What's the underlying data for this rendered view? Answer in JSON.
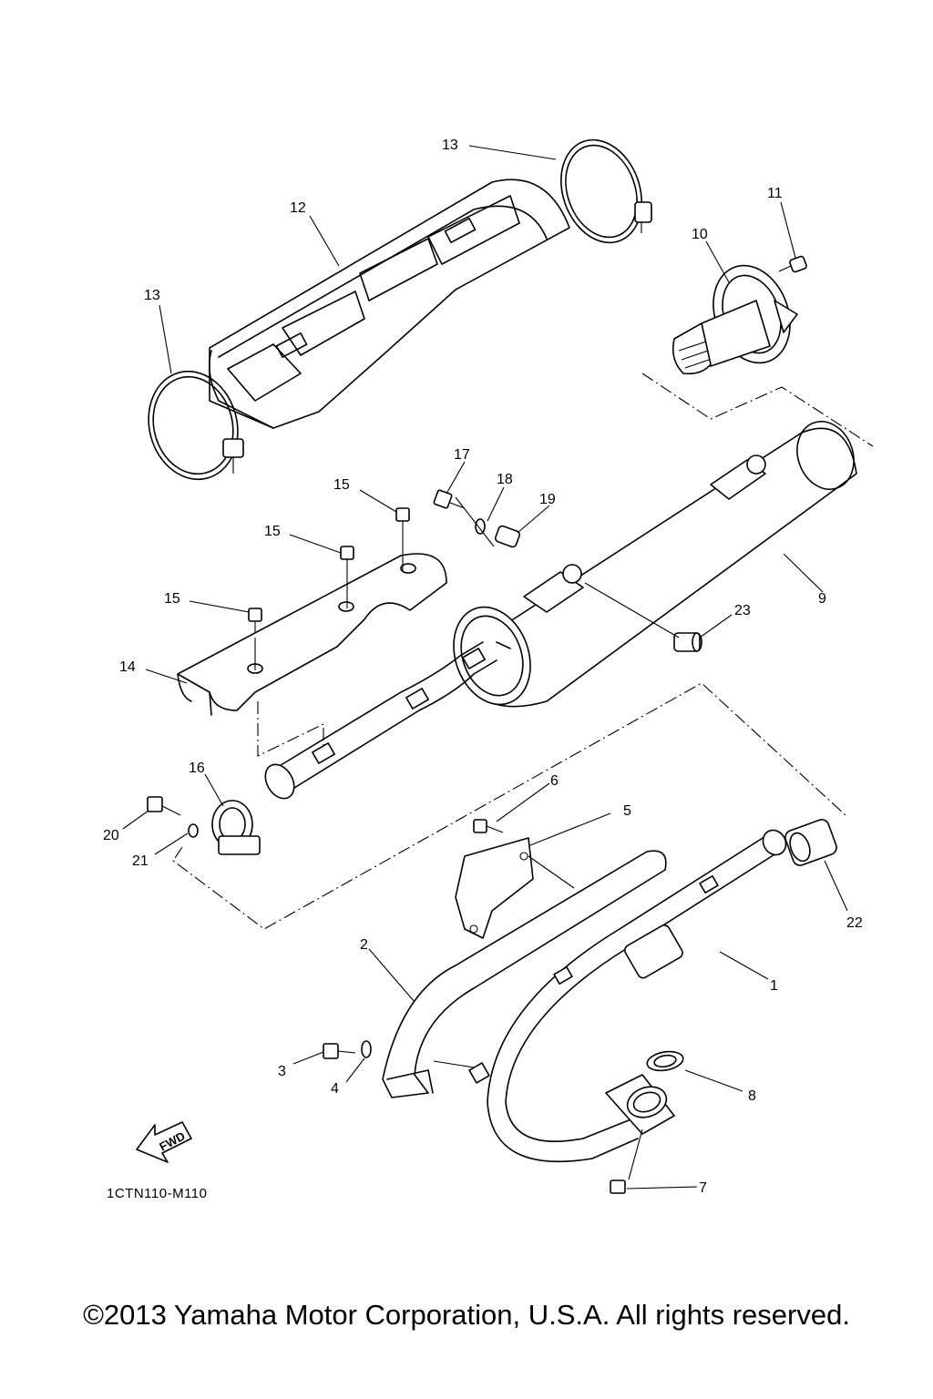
{
  "callouts": [
    {
      "id": "c1",
      "text": "1"
    },
    {
      "id": "c2",
      "text": "2"
    },
    {
      "id": "c3",
      "text": "3"
    },
    {
      "id": "c4",
      "text": "4"
    },
    {
      "id": "c5",
      "text": "5"
    },
    {
      "id": "c6",
      "text": "6"
    },
    {
      "id": "c7",
      "text": "7"
    },
    {
      "id": "c8",
      "text": "8"
    },
    {
      "id": "c9",
      "text": "9"
    },
    {
      "id": "c10",
      "text": "10"
    },
    {
      "id": "c11",
      "text": "11"
    },
    {
      "id": "c12",
      "text": "12"
    },
    {
      "id": "c13a",
      "text": "13"
    },
    {
      "id": "c13b",
      "text": "13"
    },
    {
      "id": "c14",
      "text": "14"
    },
    {
      "id": "c15a",
      "text": "15"
    },
    {
      "id": "c15b",
      "text": "15"
    },
    {
      "id": "c15c",
      "text": "15"
    },
    {
      "id": "c16",
      "text": "16"
    },
    {
      "id": "c17",
      "text": "17"
    },
    {
      "id": "c18",
      "text": "18"
    },
    {
      "id": "c19",
      "text": "19"
    },
    {
      "id": "c20",
      "text": "20"
    },
    {
      "id": "c21",
      "text": "21"
    },
    {
      "id": "c22",
      "text": "22"
    },
    {
      "id": "c23",
      "text": "23"
    }
  ],
  "diagram_code": "1CTN110-M110",
  "fwd_label": "FWD",
  "copyright": "©2013 Yamaha Motor Corporation, U.S.A. All rights reserved."
}
